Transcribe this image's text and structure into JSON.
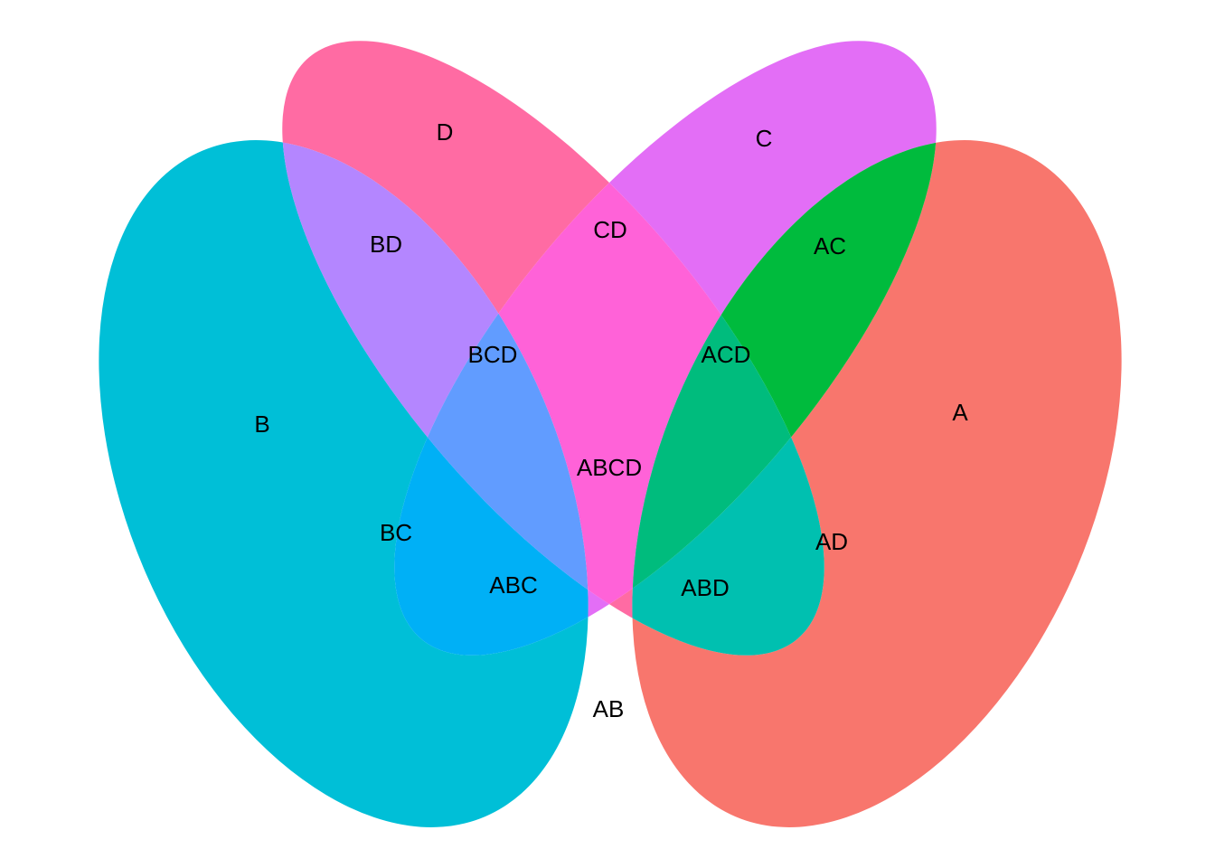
{
  "diagram": {
    "type": "venn-4",
    "sets": [
      {
        "id": "A",
        "color": "#F8766D"
      },
      {
        "id": "B",
        "color": "#00BFD7"
      },
      {
        "id": "C",
        "color": "#E36EF6"
      },
      {
        "id": "D",
        "color": "#FF6BA3"
      }
    ],
    "regions": [
      {
        "id": "A",
        "label": "A",
        "color": "#F8766D"
      },
      {
        "id": "B",
        "label": "B",
        "color": "#00BFD7"
      },
      {
        "id": "C",
        "label": "C",
        "color": "#E36EF6"
      },
      {
        "id": "D",
        "label": "D",
        "color": "#FF6BA3"
      },
      {
        "id": "AB",
        "label": "AB",
        "color": "#E68600"
      },
      {
        "id": "AC",
        "label": "AC",
        "color": "#00BB3D"
      },
      {
        "id": "AD",
        "label": "AD",
        "color": "#00C0B0"
      },
      {
        "id": "BC",
        "label": "BC",
        "color": "#00B0F6"
      },
      {
        "id": "BD",
        "label": "BD",
        "color": "#B486FF"
      },
      {
        "id": "CD",
        "label": "CD",
        "color": "#FF62D8"
      },
      {
        "id": "ABC",
        "label": "ABC",
        "color": "#C39B00"
      },
      {
        "id": "ABD",
        "label": "ABD",
        "color": "#6BB100"
      },
      {
        "id": "ACD",
        "label": "ACD",
        "color": "#00BC7D"
      },
      {
        "id": "BCD",
        "label": "BCD",
        "color": "#619CFF"
      },
      {
        "id": "ABCD",
        "label": "ABCD",
        "color": "#A3A500"
      }
    ]
  }
}
